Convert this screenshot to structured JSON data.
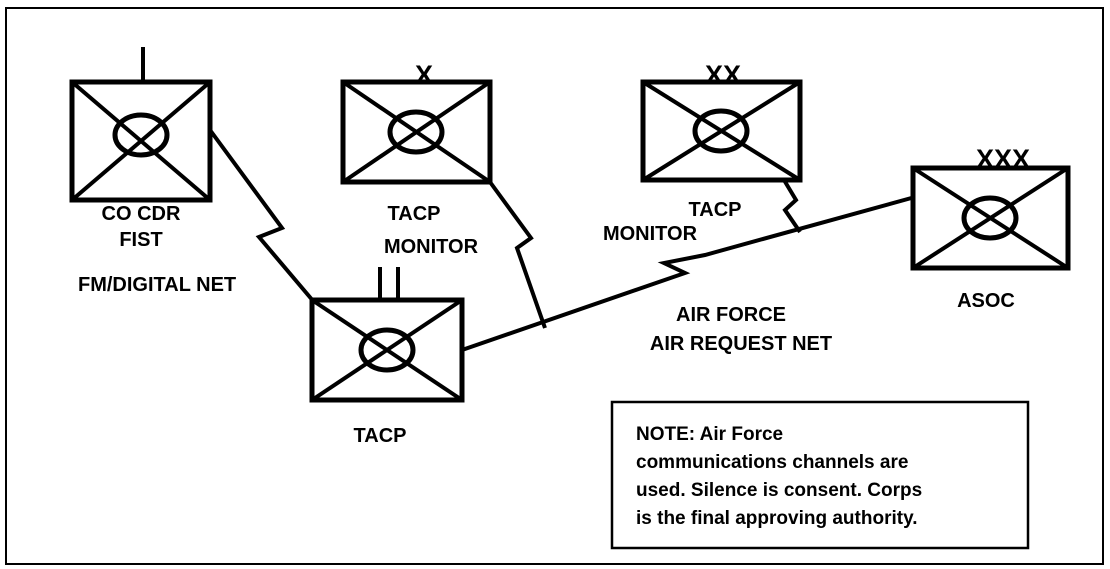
{
  "units": {
    "co_cdr_fist": {
      "label_1": "CO CDR",
      "label_2": "FIST"
    },
    "brigade_tacp": {
      "echelon": "X",
      "label_1": "TACP",
      "label_2": "MONITOR"
    },
    "division_tacp": {
      "echelon": "XX",
      "label_1": "TACP",
      "label_2": "MONITOR"
    },
    "asoc": {
      "echelon": "XXX",
      "label_1": "ASOC"
    },
    "battalion_tacp": {
      "label_1": "TACP"
    }
  },
  "nets": {
    "fm_digital": "FM/DIGITAL NET",
    "air_force_line_1": "AIR FORCE",
    "air_force_line_2": "AIR REQUEST NET"
  },
  "note": {
    "line_1": "NOTE: Air Force",
    "line_2": "communications channels are",
    "line_3": "used. Silence is consent. Corps",
    "line_4": "is the final approving authority."
  }
}
